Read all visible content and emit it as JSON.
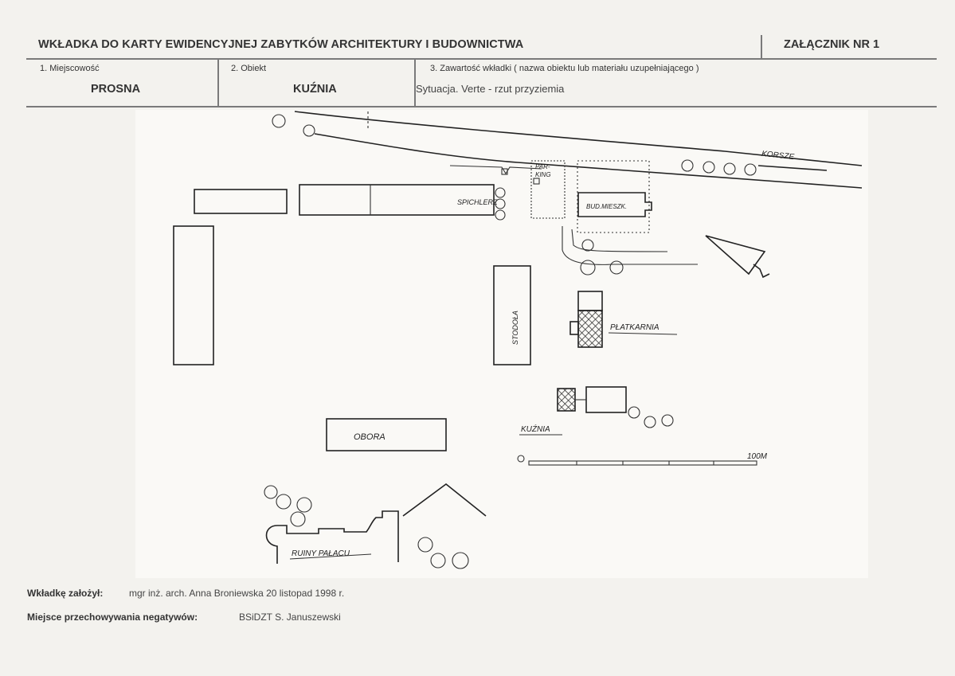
{
  "header": {
    "title": "WKŁADKA DO KARTY EWIDENCYJNEJ ZABYTKÓW ARCHITEKTURY I BUDOWNICTWA",
    "attachment": "ZAŁĄCZNIK NR 1"
  },
  "fields": {
    "locality_label": "1. Miejscowość",
    "locality_value": "PROSNA",
    "object_label": "2. Obiekt",
    "object_value": "KUŹNIA",
    "content_label": "3. Zawartość wkładki ( nazwa obiektu lub materiału uzupełniającego )",
    "content_value": "Sytuacja. Verte - rzut przyziemia"
  },
  "sketch": {
    "road_label": "KORSZE",
    "parking": "PAR-\nKING",
    "parking_line1": "PAR-",
    "parking_line2": "KING",
    "spichlerz": "SPICHLERZ",
    "bud_mieszk": "BUD.MIESZK.",
    "stodola": "STODOŁA",
    "platkarnia": "PŁATKARNIA",
    "kuznia": "KUŹNIA",
    "obora": "OBORA",
    "ruiny": "RUINY PAŁACU",
    "scale_start": "0",
    "scale_end": "100M"
  },
  "footer": {
    "founder_label": "Wkładkę założył:",
    "founder_value": "mgr inż. arch. Anna Broniewska 20 listopad 1998 r.",
    "storage_label": "Miejsce przechowywania negatywów:",
    "storage_value": "BSiDZT S. Januszewski"
  }
}
